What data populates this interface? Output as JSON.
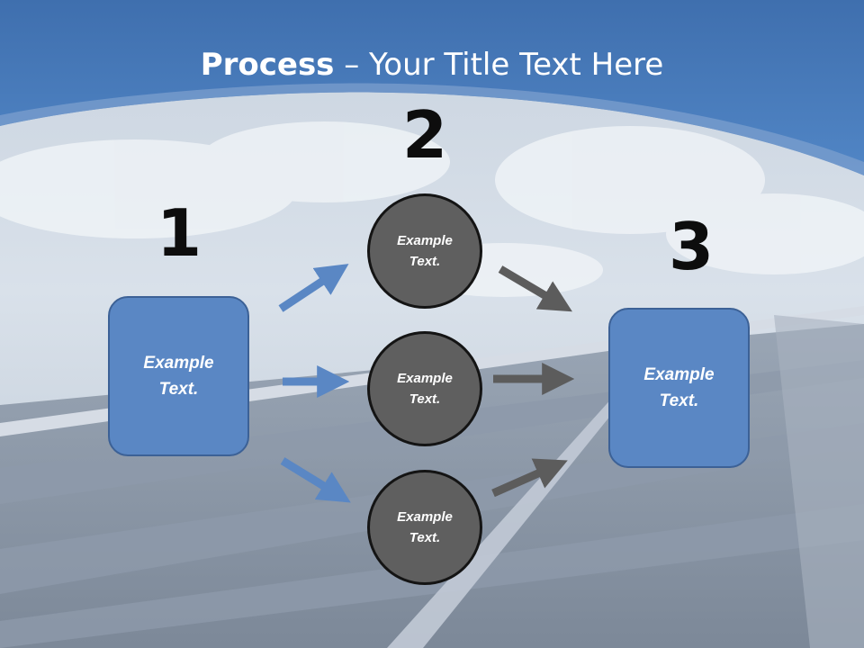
{
  "title": {
    "bold": "Process",
    "rest": " – Your Title Text Here"
  },
  "steps": [
    "1",
    "2",
    "3"
  ],
  "start_box": {
    "line1": "Example",
    "line2": "Text."
  },
  "circles": [
    {
      "line1": "Example",
      "line2": "Text."
    },
    {
      "line1": "Example",
      "line2": "Text."
    },
    {
      "line1": "Example",
      "line2": "Text."
    }
  ],
  "end_box": {
    "line1": "Example",
    "line2": "Text."
  },
  "colors": {
    "header": "#4a7cbc",
    "box": "#5a87c4",
    "circle": "#5f5f5f",
    "arrow_blue": "#5a87c4",
    "arrow_gray": "#5c5c5c"
  }
}
